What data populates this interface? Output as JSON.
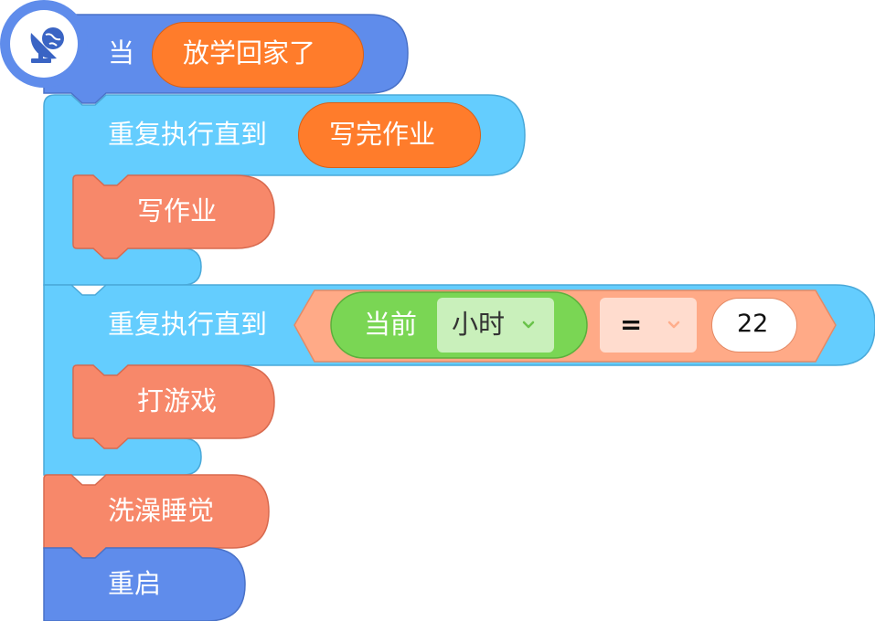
{
  "colors": {
    "event": "#5f8ceb",
    "event_border": "#4a72c8",
    "control": "#64cdfe",
    "control_border": "#4aa9d9",
    "action": "#f7886a",
    "action_border": "#d86a4f",
    "input_orange": "#ff7c2b",
    "input_orange_border": "#d85f17",
    "sensor": "#7ad654",
    "sensor_border": "#5cb03c",
    "compare": "#ffaa87",
    "compare_border": "#e48a65",
    "hour_dropdown_bg": "#c9f0bb",
    "hour_chevron": "#6ac34a",
    "op_dropdown_bg": "#ffdcce",
    "op_chevron": "#ffae8c"
  },
  "hat_block": {
    "icon": "satellite-dish-icon",
    "label": "当",
    "event_value": "放学回家了"
  },
  "loop_1": {
    "label": "重复执行直到",
    "condition": "写完作业",
    "body": [
      "写作业"
    ]
  },
  "loop_2": {
    "label": "重复执行直到",
    "sensor_label": "当前",
    "sensor_option": "小时",
    "operator": "=",
    "value": "22",
    "body": [
      "打游戏"
    ]
  },
  "after_loops": [
    "洗澡睡觉",
    "重启"
  ]
}
